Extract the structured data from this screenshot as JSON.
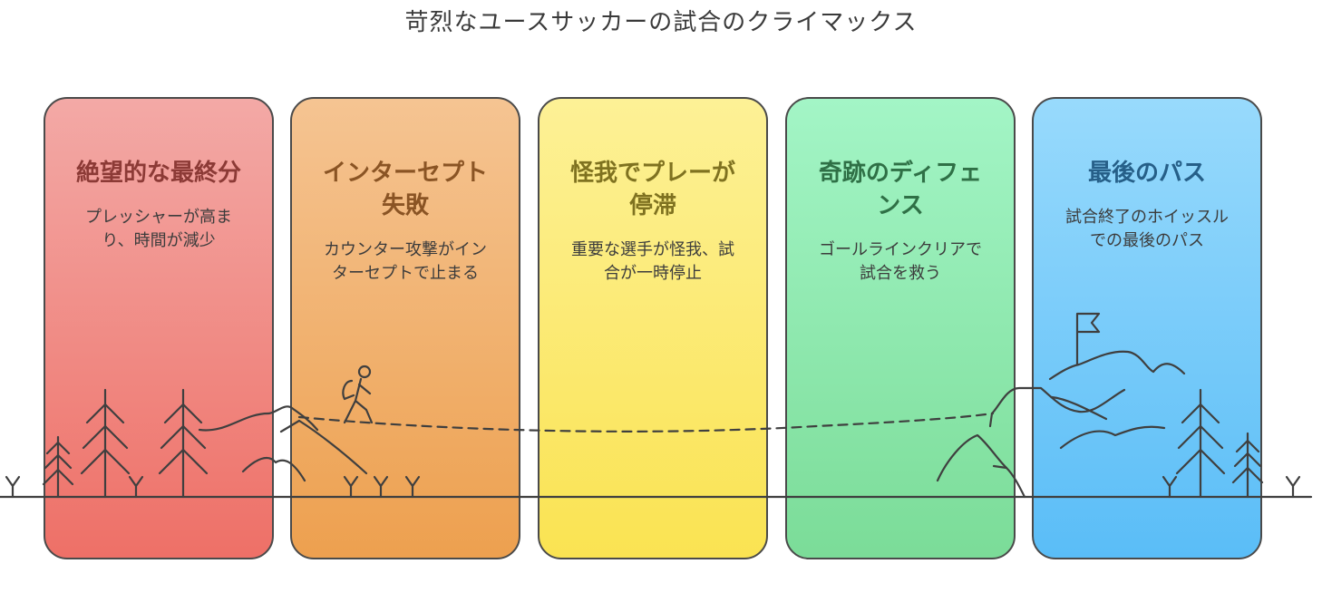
{
  "diagram": {
    "title": "苛烈なユースサッカーの試合のクライマックス",
    "colors": {
      "outline": "#4a4a4a",
      "line": "#3f3f3f"
    },
    "stages": [
      {
        "heading": "絶望的な最終分",
        "description": "プレッシャーが高ま\nり、時間が減少",
        "icon": "trees-icon"
      },
      {
        "heading": "インターセプト\n失敗",
        "description": "カウンター攻撃がイン\nターセプトで止まる",
        "icon": "hiker-icon"
      },
      {
        "heading": "怪我でプレーが\n停滞",
        "description": "重要な選手が怪我、試\n合が一時停止",
        "icon": "trail-icon"
      },
      {
        "heading": "奇跡のディフェ\nンス",
        "description": "ゴールラインクリアで\n試合を救う",
        "icon": "mountain-icon"
      },
      {
        "heading": "最後のパス",
        "description": "試合終了のホイッスル\nでの最後のパス",
        "icon": "summit-flag-icon"
      }
    ]
  }
}
